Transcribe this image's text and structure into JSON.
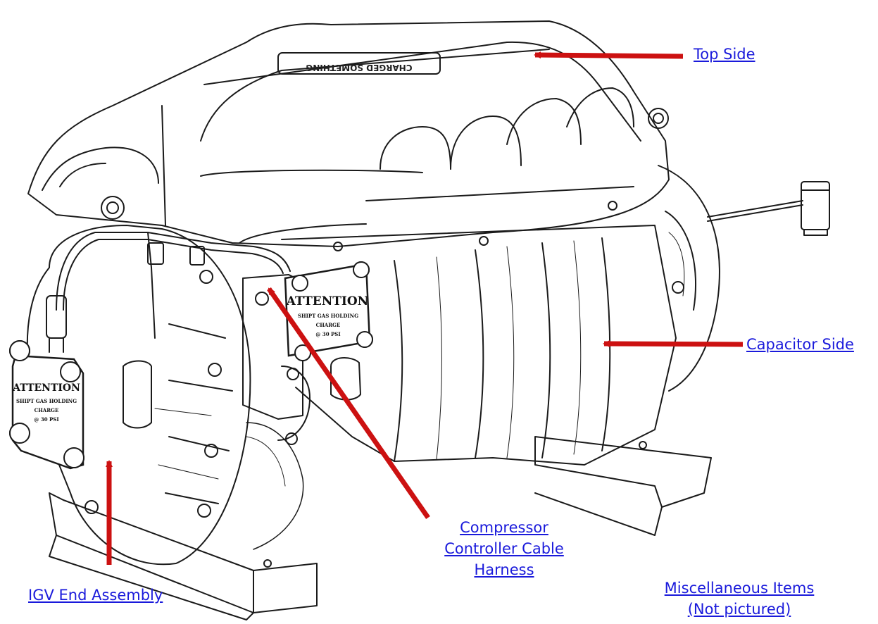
{
  "diagram": {
    "colors": {
      "arrow": "#cc1111",
      "link": "#1a1adb",
      "line_art": "#1a1a1a",
      "background": "#ffffff"
    },
    "plates": {
      "left": [
        "ATTENTION",
        "SHIPT GAS HOLDING",
        "CHARGE",
        "@ 30 PSI"
      ],
      "front": [
        "ATTENTION",
        "SHIPT GAS HOLDING",
        "CHARGE",
        "@ 30 PSI"
      ],
      "top_engraving": "CHARGED SOMETHING"
    }
  },
  "links": {
    "top_side": "Top Side",
    "capacitor_side": "Capacitor Side",
    "harness": [
      "Compressor",
      "Controller Cable",
      "Harness"
    ],
    "igv": "IGV End Assembly",
    "misc": [
      "Miscellaneous Items",
      "(Not pictured)"
    ]
  }
}
